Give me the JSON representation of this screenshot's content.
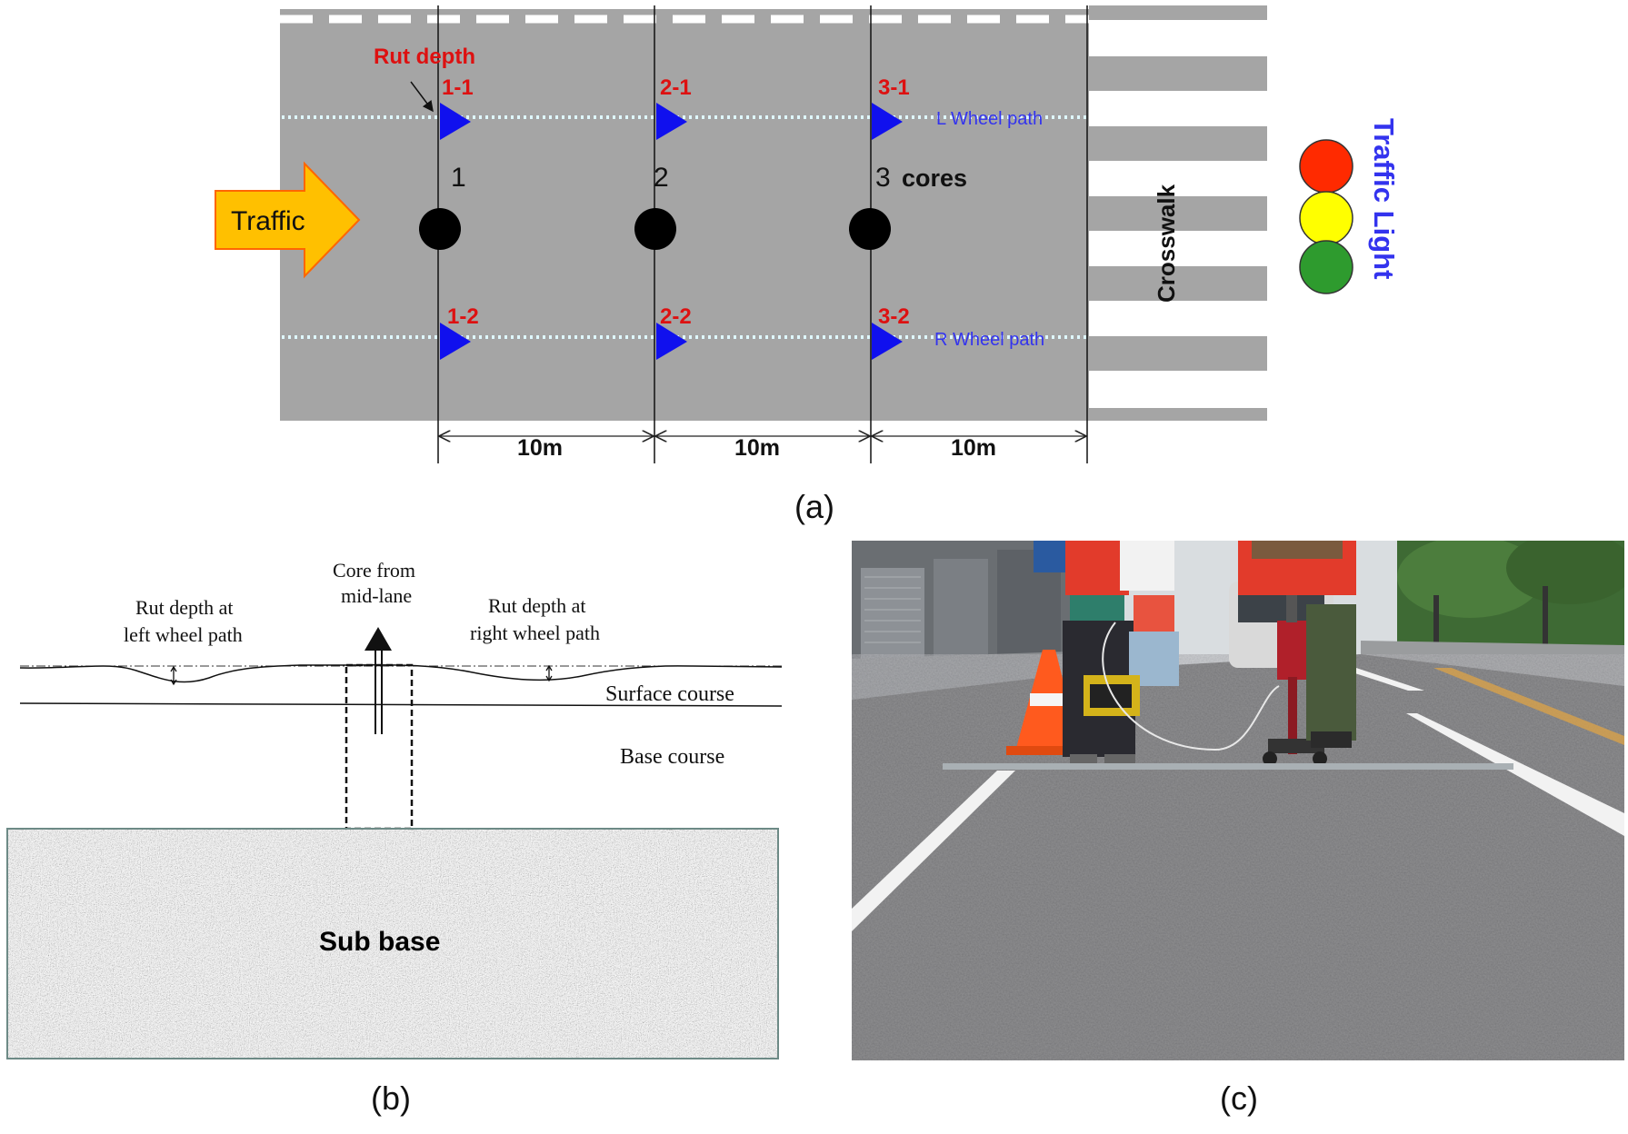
{
  "panel_a": {
    "caption": "(a)",
    "traffic_label": "Traffic",
    "rut_depth_label": "Rut depth",
    "left_wheelpath_label": "L Wheel path",
    "right_wheelpath_label": "R Wheel path",
    "core_numbers": [
      "1",
      "2",
      "3"
    ],
    "cores_suffix": "cores",
    "left_markers": [
      "1-1",
      "2-1",
      "3-1"
    ],
    "right_markers": [
      "1-2",
      "2-2",
      "3-2"
    ],
    "spacing_labels": [
      "10m",
      "10m",
      "10m"
    ],
    "crosswalk_label": "Crosswalk",
    "traffic_light_label": "Traffic Light",
    "colors": {
      "road": "#a5a5a5",
      "marker": "#1010ee",
      "marker_label": "#dd1111",
      "wheelpath_text": "#3333ee",
      "traffic_arrow_fill": "#ffc000",
      "traffic_arrow_stroke": "#ff6600",
      "light_red": "#ff2a00",
      "light_yellow": "#ffff00",
      "light_green": "#2e9b2e"
    }
  },
  "panel_b": {
    "caption": "(b)",
    "core_label_line1": "Core from",
    "core_label_line2": "mid-lane",
    "left_rut_line1": "Rut depth at",
    "left_rut_line2": "left wheel path",
    "right_rut_line1": "Rut depth at",
    "right_rut_line2": "right wheel path",
    "surface_course": "Surface course",
    "base_course": "Base course",
    "sub_base": "Sub base"
  },
  "panel_c": {
    "caption": "(c)"
  }
}
